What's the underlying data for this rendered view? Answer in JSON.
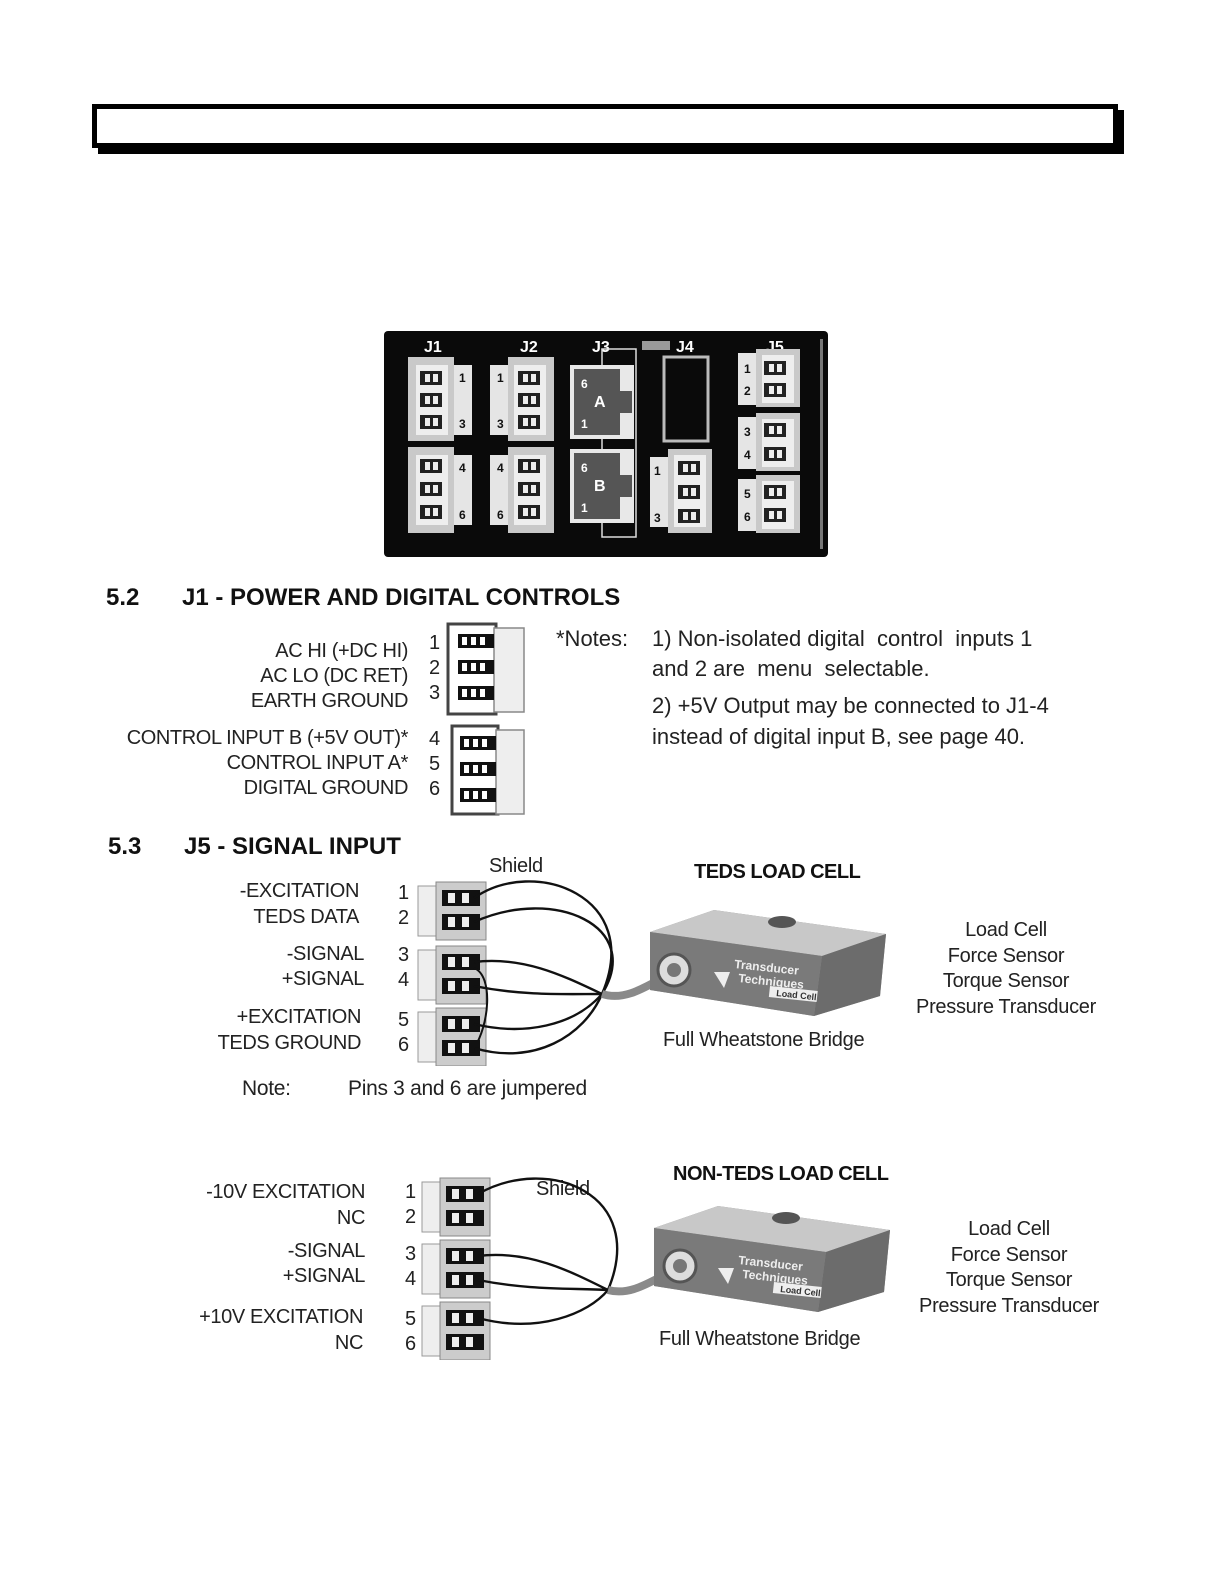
{
  "board": {
    "connectors": [
      "J1",
      "J2",
      "J3",
      "J4",
      "J5"
    ],
    "j1_pins": [
      "1",
      "3",
      "4",
      "6"
    ],
    "j2_pins": [
      "1",
      "3",
      "4",
      "6"
    ],
    "j3_a": {
      "top": "6",
      "letter": "A",
      "bottom": "1"
    },
    "j3_b": {
      "top": "6",
      "letter": "B",
      "bottom": "1"
    },
    "j4_pins": [
      "1",
      "3"
    ],
    "j5_pins": [
      "1",
      "2",
      "3",
      "4",
      "5",
      "6"
    ]
  },
  "section_52": {
    "number": "5.2",
    "title": "J1 - POWER AND DIGITAL CONTROLS",
    "labels": [
      "AC HI    (+DC HI)",
      "AC LO  (DC RET)",
      "EARTH GROUND",
      "CONTROL INPUT B (+5V OUT)*",
      "CONTROL INPUT A*",
      "DIGITAL GROUND"
    ],
    "pins": [
      "1",
      "2",
      "3",
      "4",
      "5",
      "6"
    ],
    "notes_label": "*Notes:",
    "note1_line1": "1) Non-isolated digital  control  inputs 1",
    "note1_line2": "and 2 are  menu  selectable.",
    "note2_line1": "2) +5V Output may be connected to J1-4",
    "note2_line2": "instead of digital input B, see page 40."
  },
  "section_53": {
    "number": "5.3",
    "title": "J5 - SIGNAL INPUT",
    "teds": {
      "title": "TEDS LOAD CELL",
      "labels": [
        "-EXCITATION",
        "TEDS DATA",
        "-SIGNAL",
        "+SIGNAL",
        "+EXCITATION",
        "TEDS GROUND"
      ],
      "pins": [
        "1",
        "2",
        "3",
        "4",
        "5",
        "6"
      ],
      "shield": "Shield",
      "bridge": "Full Wheatstone Bridge",
      "sensors": [
        "Load Cell",
        "Force Sensor",
        "Torque Sensor",
        "Pressure Transducer"
      ],
      "note_label": "Note:",
      "note_text": "Pins 3 and 6 are jumpered"
    },
    "non_teds": {
      "title": "NON-TEDS LOAD CELL",
      "labels": [
        "-10V EXCITATION",
        "NC",
        "-SIGNAL",
        "+SIGNAL",
        "+10V EXCITATION",
        "NC"
      ],
      "pins": [
        "1",
        "2",
        "3",
        "4",
        "5",
        "6"
      ],
      "shield": "Shield",
      "bridge": "Full Wheatstone Bridge",
      "sensors": [
        "Load Cell",
        "Force Sensor",
        "Torque Sensor",
        "Pressure Transducer"
      ]
    },
    "cell_logo": [
      "Transducer",
      "Techniques",
      "Load Cell"
    ]
  }
}
